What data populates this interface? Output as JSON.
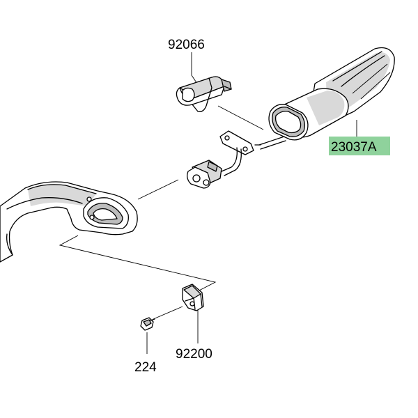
{
  "parts": [
    {
      "number": "92066",
      "highlighted": false
    },
    {
      "number": "23037A",
      "highlighted": true
    },
    {
      "number": "224",
      "highlighted": false
    },
    {
      "number": "92200",
      "highlighted": false
    }
  ],
  "colors": {
    "highlight_fill": "#8fd29c",
    "line": "#000000",
    "background": "#ffffff"
  }
}
